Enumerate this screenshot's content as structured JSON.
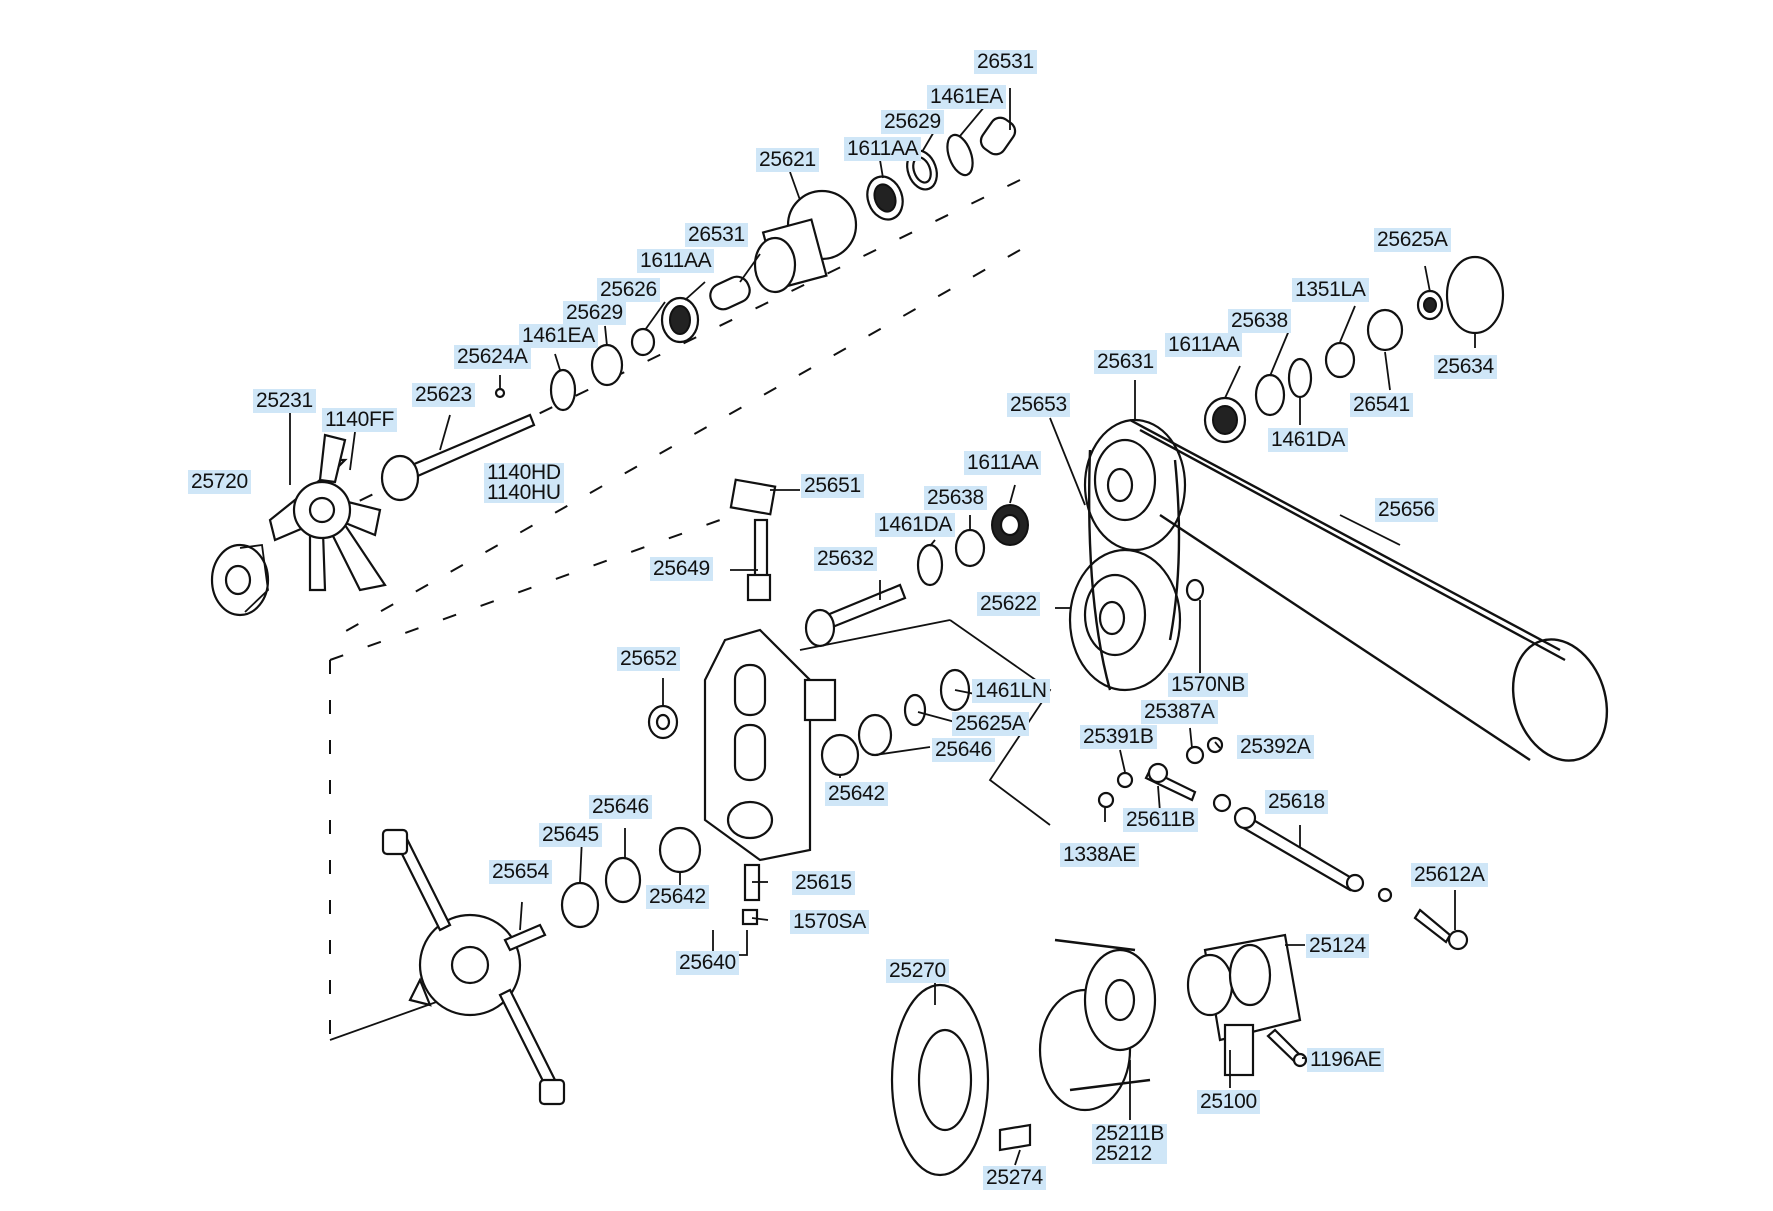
{
  "parts": {
    "p26531_top": "26531",
    "p1461EA_top": "1461EA",
    "p25629_top": "25629",
    "p1611AA_top": "1611AA",
    "p25621": "25621",
    "p26531_mid": "26531",
    "p1611AA_mid": "1611AA",
    "p25626": "25626",
    "p25629_mid": "25629",
    "p1461EA_mid": "1461EA",
    "p25624A": "25624A",
    "p25623": "25623",
    "p25231": "25231",
    "p1140FF": "1140FF",
    "p1140HD": "1140HD",
    "p1140HU": "1140HU",
    "p25720": "25720",
    "p25625A_top": "25625A",
    "p1351LA": "1351LA",
    "p25638_top": "25638",
    "p1611AA_right": "1611AA",
    "p25631": "25631",
    "p25634": "25634",
    "p26541": "26541",
    "p1461DA_right": "1461DA",
    "p25653": "25653",
    "p1611AA_lower": "1611AA",
    "p25638_lower": "25638",
    "p1461DA_lower": "1461DA",
    "p25651": "25651",
    "p25656": "25656",
    "p25632": "25632",
    "p25649": "25649",
    "p25622": "25622",
    "p1570NB": "1570NB",
    "p25652": "25652",
    "p1461LN": "1461LN",
    "p25625A_lower": "25625A",
    "p25646_right": "25646",
    "p25387A": "25387A",
    "p25391B": "25391B",
    "p25392A": "25392A",
    "p25642_right": "25642",
    "p25611B": "25611B",
    "p25618": "25618",
    "p1338AE": "1338AE",
    "p25646_left": "25646",
    "p25645": "25645",
    "p25654": "25654",
    "p25642_left": "25642",
    "p25615": "25615",
    "p1570SA": "1570SA",
    "p25640": "25640",
    "p25612A": "25612A",
    "p25124": "25124",
    "p25270": "25270",
    "p1196AE": "1196AE",
    "p25100": "25100",
    "p25211B": "25211B",
    "p25212": "25212",
    "p25274": "25274"
  },
  "colors": {
    "label_bg": "#cfe6f7",
    "line": "#111111"
  }
}
